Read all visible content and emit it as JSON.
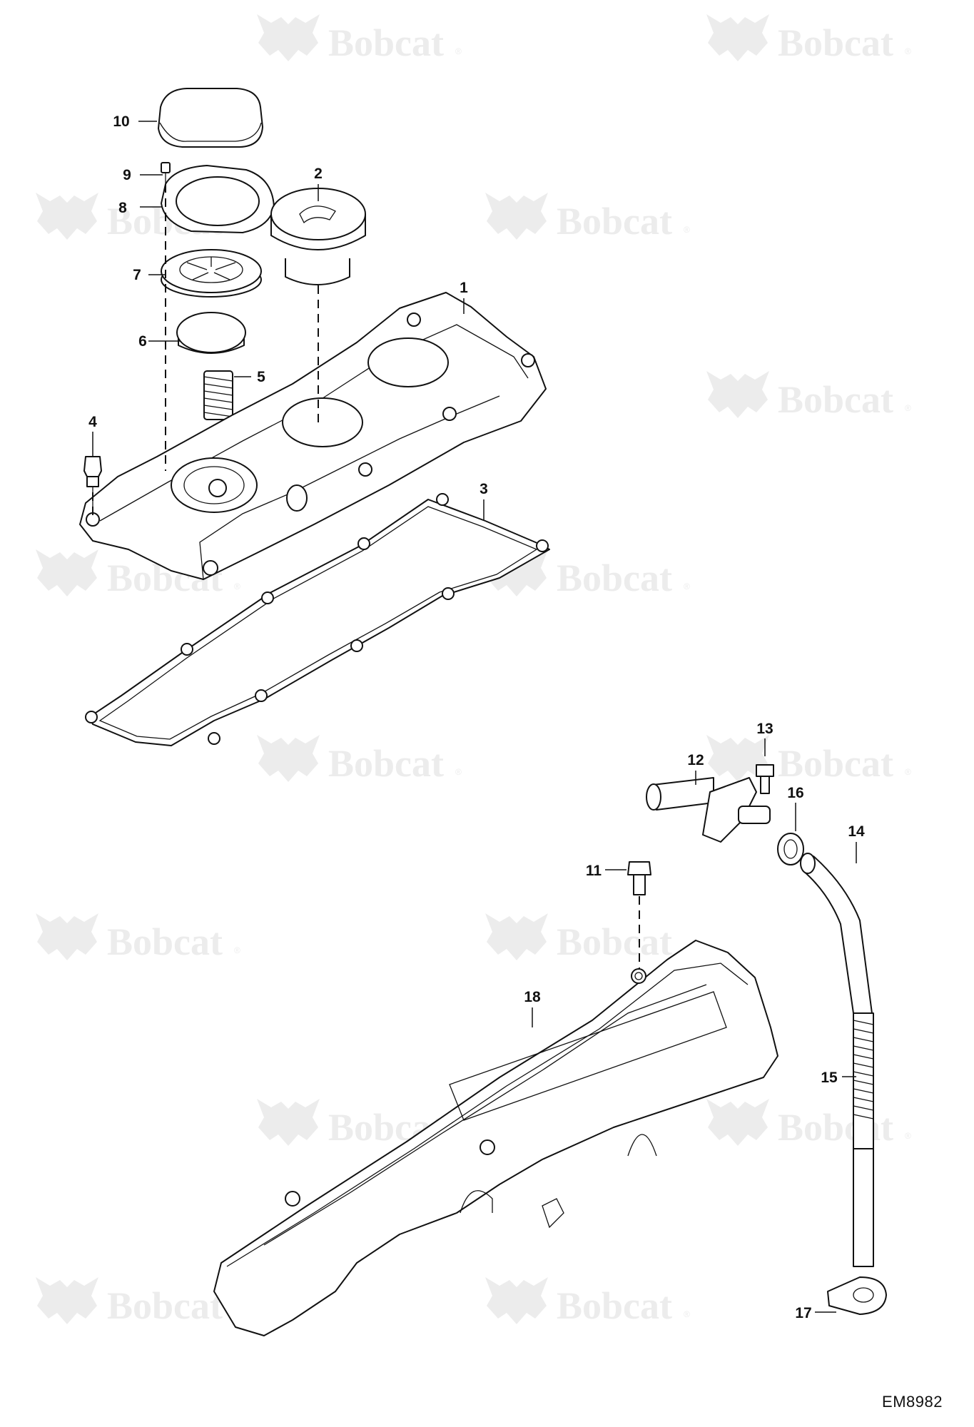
{
  "watermark": {
    "brand": "Bobcat",
    "registered": "®"
  },
  "drawing_number": "EM8982",
  "callouts": [
    "1",
    "2",
    "3",
    "4",
    "5",
    "6",
    "7",
    "8",
    "9",
    "10",
    "11",
    "12",
    "13",
    "14",
    "15",
    "16",
    "17",
    "18"
  ]
}
